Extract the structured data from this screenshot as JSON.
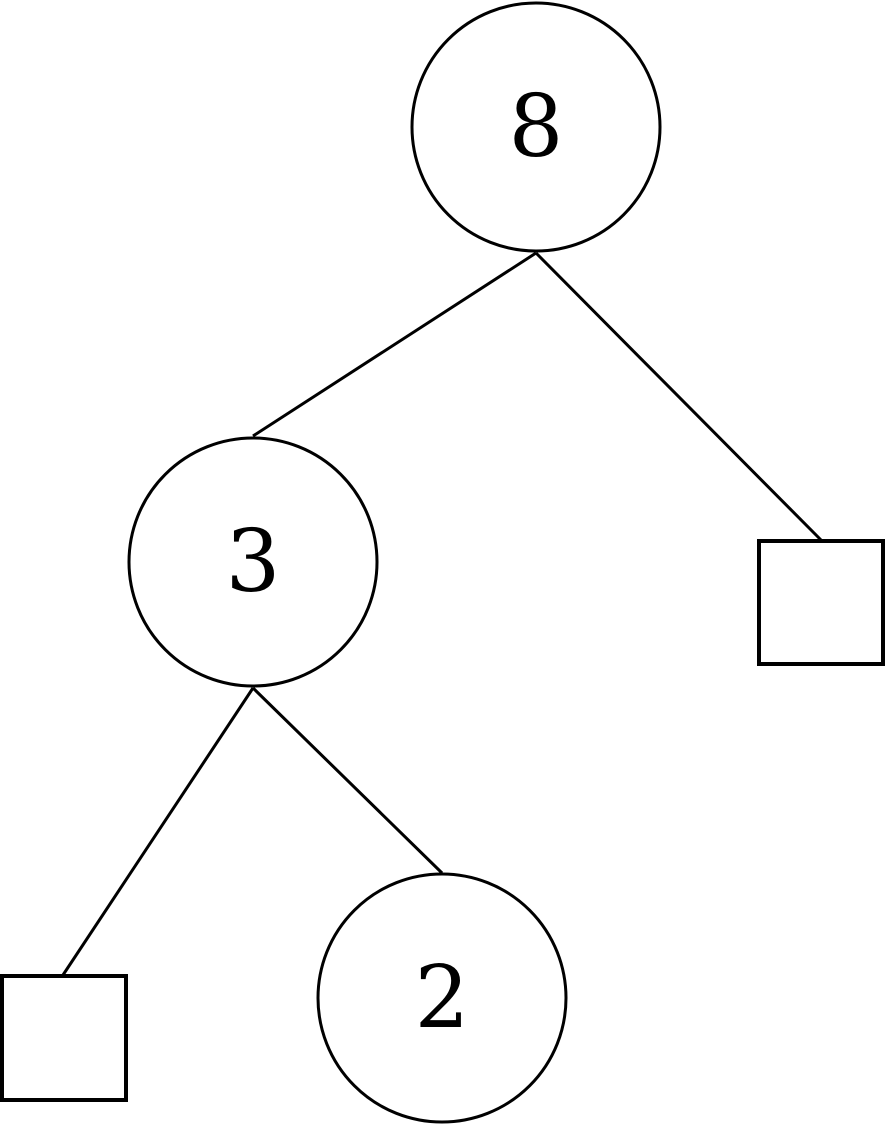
{
  "diagram": {
    "type": "binary-tree",
    "nodes": [
      {
        "id": "root",
        "kind": "internal",
        "value": "8"
      },
      {
        "id": "n3",
        "kind": "internal",
        "value": "3"
      },
      {
        "id": "leaf-right-of-8",
        "kind": "external",
        "value": ""
      },
      {
        "id": "leaf-left-of-3",
        "kind": "external",
        "value": ""
      },
      {
        "id": "n2",
        "kind": "internal",
        "value": "2"
      }
    ],
    "edges": [
      {
        "from": "root",
        "to": "n3"
      },
      {
        "from": "root",
        "to": "leaf-right-of-8"
      },
      {
        "from": "n3",
        "to": "leaf-left-of-3"
      },
      {
        "from": "n3",
        "to": "n2"
      }
    ]
  },
  "colors": {
    "stroke": "#000000",
    "background": "#ffffff"
  }
}
